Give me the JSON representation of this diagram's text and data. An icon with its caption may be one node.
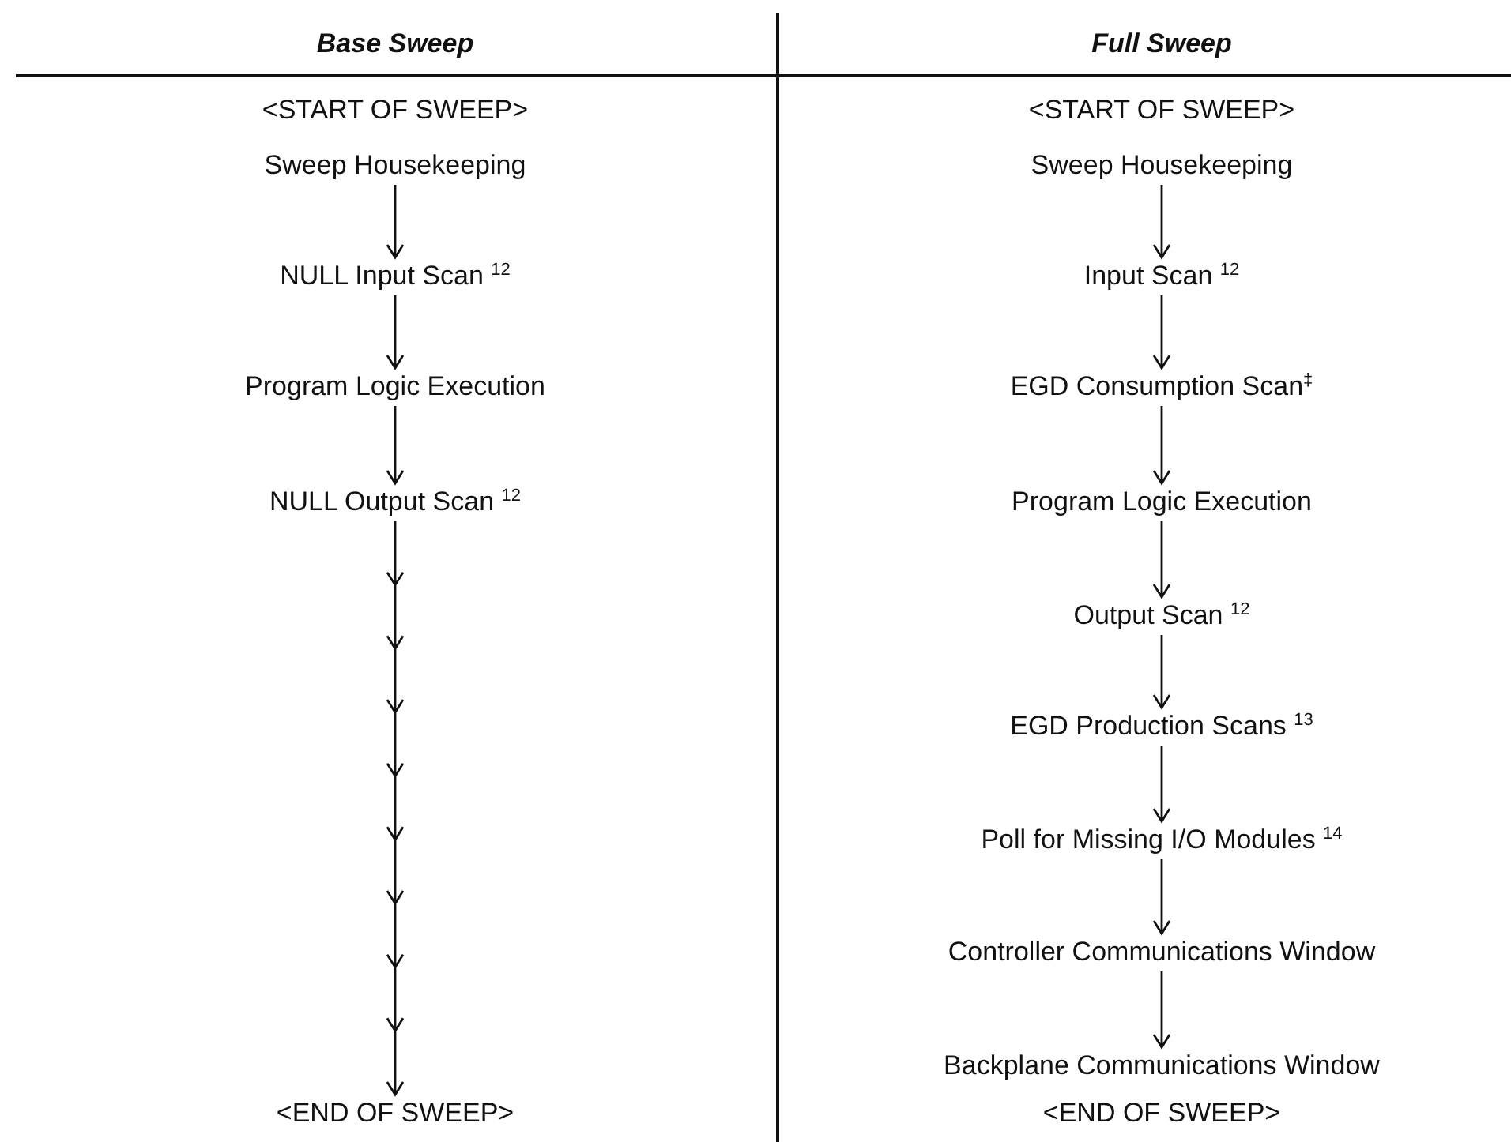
{
  "diagram": {
    "nodes": [
      {
        "text": [
          "<START OF SWEEP>"
        ]
      },
      {
        "text": [
          "Sweep Housekeeping"
        ]
      },
      {
        "text": [
          "NULL Input Scan $^{12}$"
        ]
      },
      {
        "text": [
          "Program Logic Execution"
        ]
      },
      {
        "text": [
          "NULL Output Scan $^{12}$"
        ]
      },
      {
        "text": [
          "<END OF SWEEP>"
        ]
      },
      {
        "text": [
          "<START OF SWEEP>"
        ]
      },
      {
        "text": [
          "Sweep Housekeeping"
        ]
      },
      {
        "text": [
          "Input Scan $^{12}$"
        ]
      },
      {
        "text": [
          "EGD Consumption Scan$^{‡}$"
        ]
      },
      {
        "text": [
          "Program Logic Execution"
        ]
      },
      {
        "text": [
          "Output Scan $^{12}$"
        ]
      },
      {
        "text": [
          "EGD Production Scans $^{13}$"
        ]
      },
      {
        "text": [
          "Poll for Missing I/O Modules $^{14}$"
        ]
      },
      {
        "text": [
          "Controller Communications Window"
        ]
      },
      {
        "text": [
          "Backplane Communications Window"
        ]
      },
      {
        "text": [
          "<END OF SWEEP>"
        ]
      }
    ],
    "edges": [
      {
        "from": 1,
        "to": 2,
        "arrow": "to"
      },
      {
        "from": 2,
        "to": 3,
        "arrow": "to"
      },
      {
        "from": 3,
        "to": 4,
        "arrow": "to"
      },
      {
        "from": 4,
        "to": 5,
        "arrow": "to"
      },
      {
        "from": 7,
        "to": 8,
        "arrow": "to"
      },
      {
        "from": 8,
        "to": 9,
        "arrow": "to"
      },
      {
        "from": 9,
        "to": 10,
        "arrow": "to"
      },
      {
        "from": 10,
        "to": 11,
        "arrow": "to"
      },
      {
        "from": 11,
        "to": 12,
        "arrow": "to"
      },
      {
        "from": 12,
        "to": 13,
        "arrow": "to"
      },
      {
        "from": 13,
        "to": 14,
        "arrow": "to"
      },
      {
        "from": 14,
        "to": 15,
        "arrow": "to"
      }
    ],
    "labels": [
      "Base Sweep",
      "Full Sweep"
    ]
  }
}
